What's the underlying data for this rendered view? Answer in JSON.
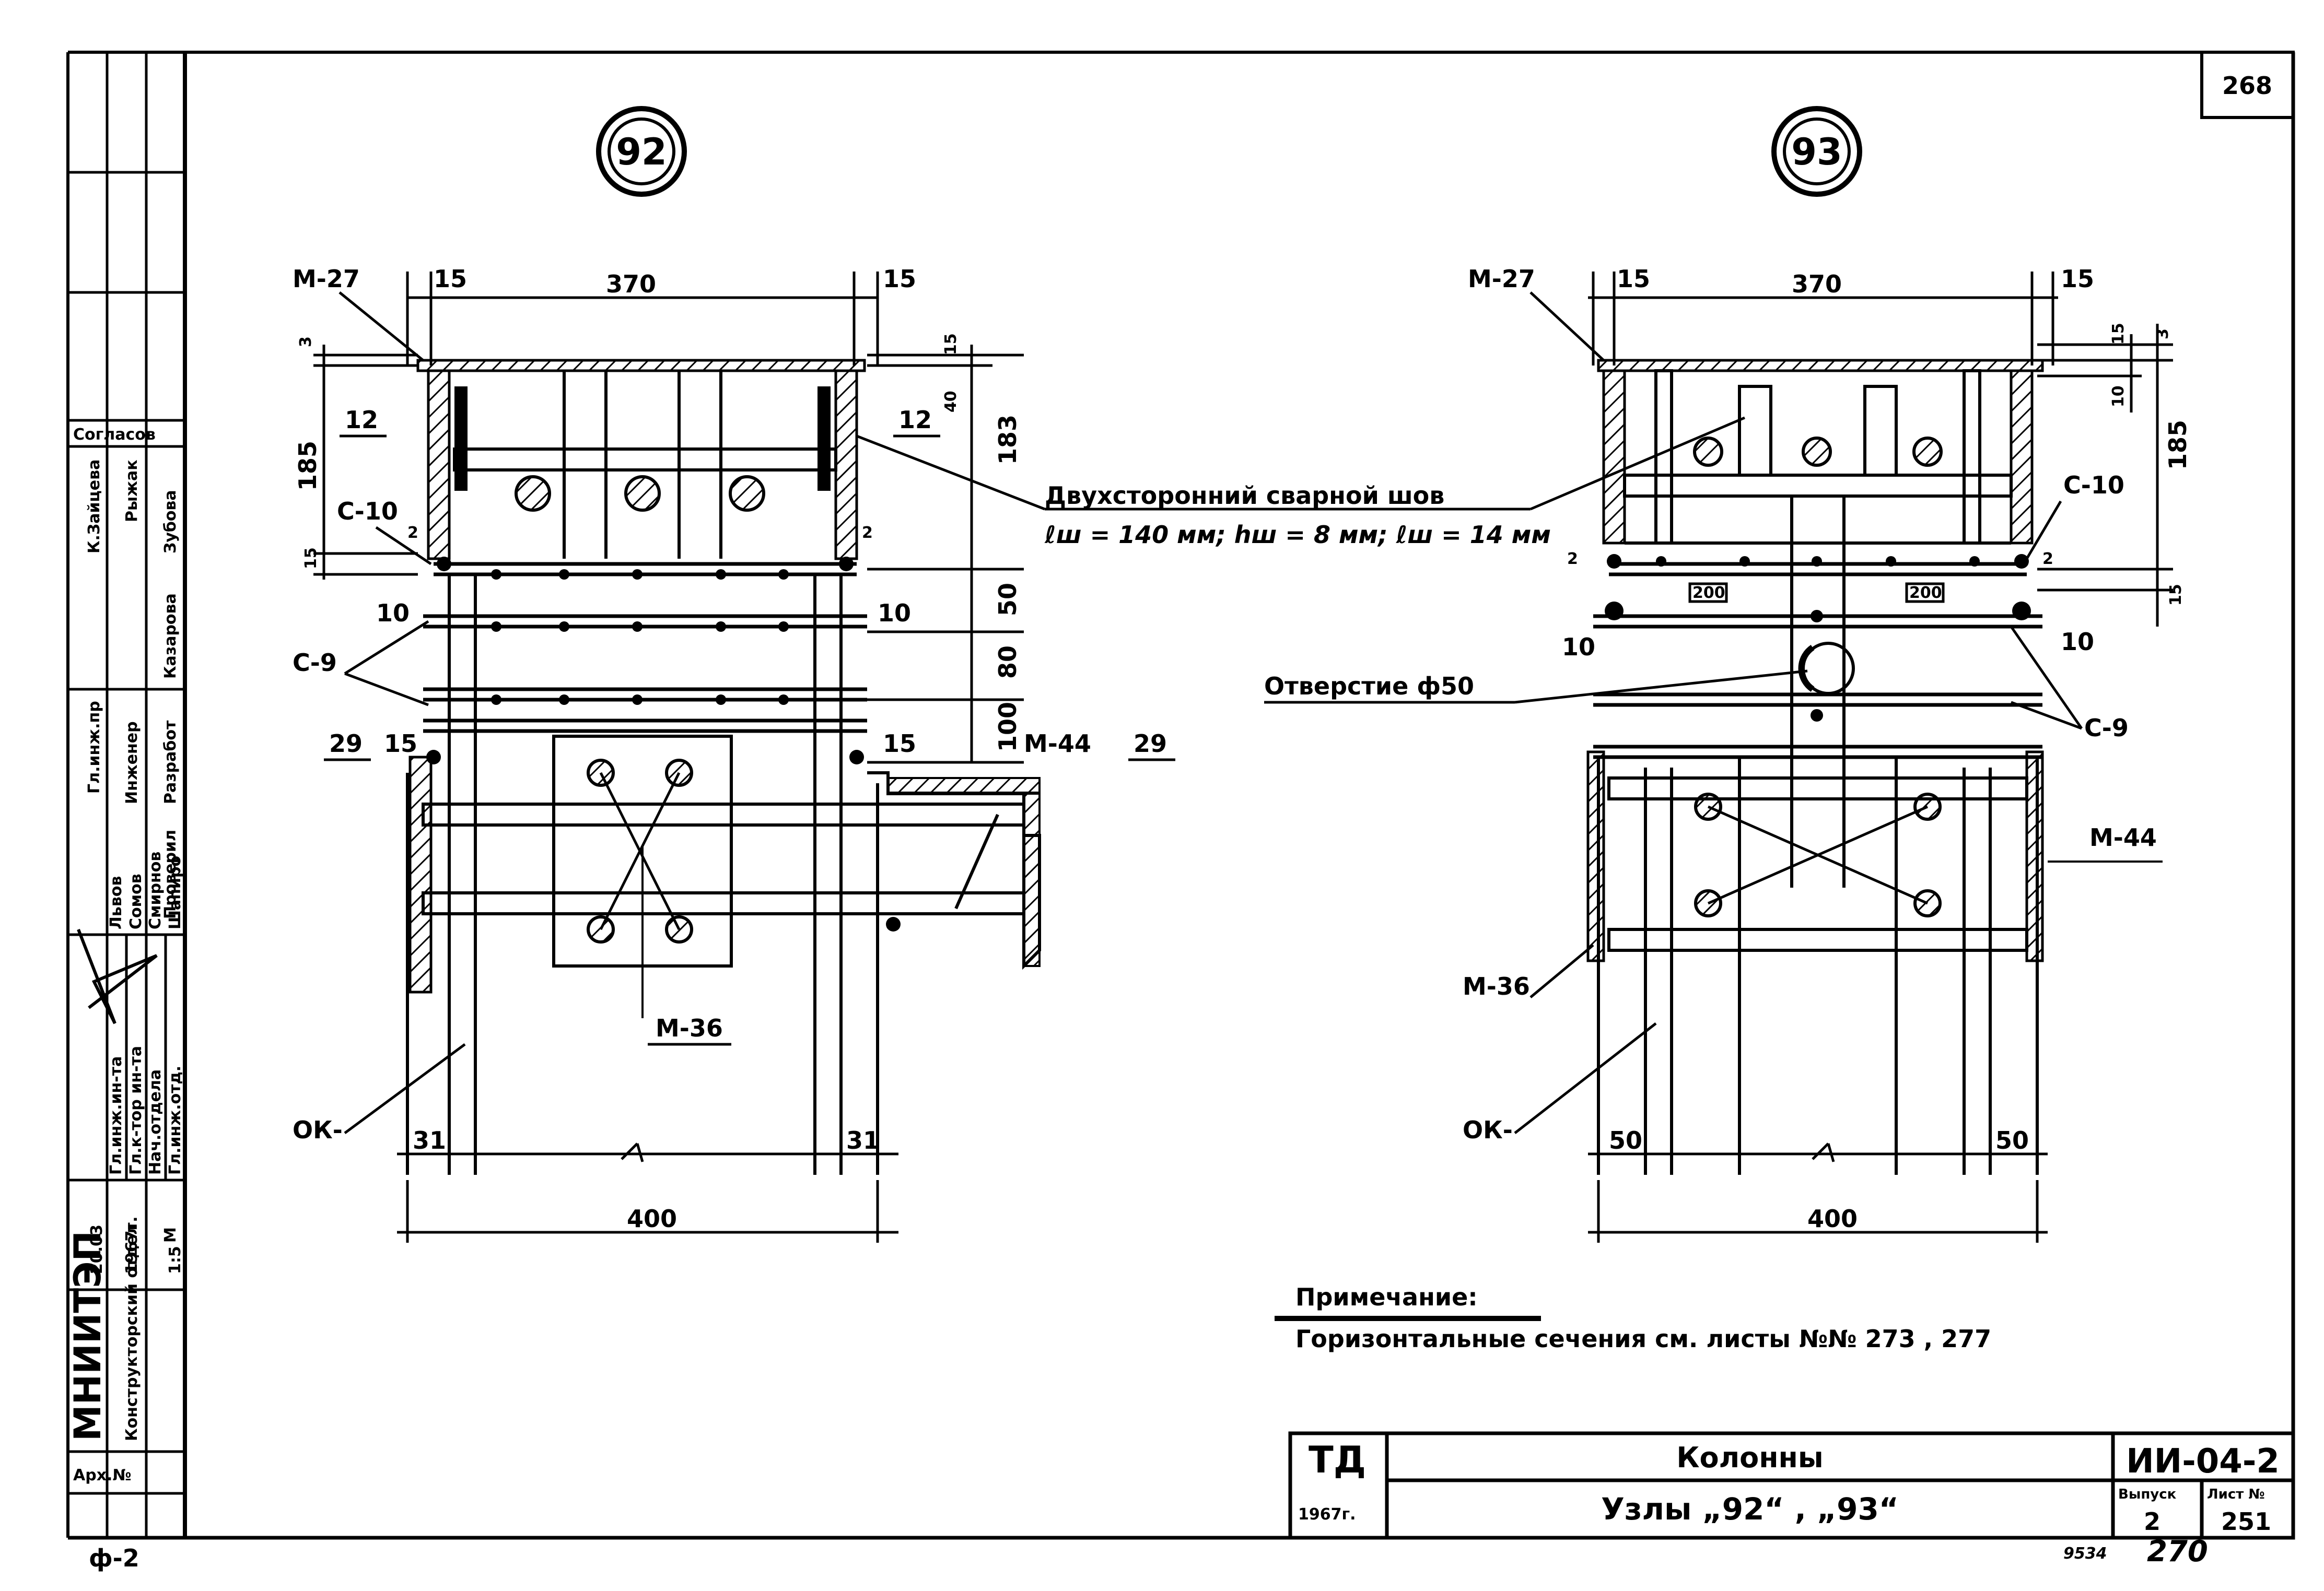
{
  "sheet": {
    "sheet_no": "268",
    "bottom_left": "ф-2",
    "bottom_right_a": "9534",
    "bottom_right_b": "270"
  },
  "side_stamp": {
    "agreed": "Согласов",
    "roles": [
      "Гл.инж.пр",
      "Инженер",
      "Разработ",
      "Проверил"
    ],
    "names": [
      "К.Зайцева",
      "Рыжак",
      "Зубова",
      "Казарова"
    ],
    "block_roles": [
      "Гл.инж.ин-та",
      "Гл.к-тор ин-та",
      "Нач.отдела",
      "Гл.инж.отд."
    ],
    "block_names": [
      "Львов",
      "Сомов",
      "Смирнов",
      "Шапиро"
    ],
    "date": "20.03",
    "year": "1967г.",
    "scale_label": "М",
    "scale": "1:5",
    "org": "МНИИТЭП",
    "dept": "Конструкторский отдел",
    "arch": "Арх.№"
  },
  "node92": {
    "number": "92",
    "m27": "М-27",
    "dim_top_left": "15",
    "dim_top": "370",
    "dim_top_right": "15",
    "v3": "3",
    "v185": "185",
    "v15": "15",
    "mark12_left": "12",
    "mark12_right": "12",
    "r15": "15",
    "r40": "40",
    "r183": "183",
    "c10": "С-10",
    "two_left": "2",
    "two_right": "2",
    "ten_left": "10",
    "ten_right": "10",
    "r50": "50",
    "r80": "80",
    "r100": "100",
    "c9": "С-9",
    "mark29_left": "29",
    "mark29_right": "29",
    "f15_left": "15",
    "f15_right": "15",
    "m44": "М-44",
    "m36": "М-36",
    "ok": "ОК-",
    "d31_left": "31",
    "d31_right": "31",
    "d400": "400"
  },
  "node93": {
    "number": "93",
    "m27": "М-27",
    "dim_top_left": "15",
    "dim_top": "370",
    "dim_top_right": "15",
    "r15": "15",
    "r3": "3",
    "r10": "10",
    "r185": "185",
    "c10": "С-10",
    "two_left": "2",
    "two_right": "2",
    "d200_left": "200",
    "d200_right": "200",
    "r15b": "15",
    "ten_left": "10",
    "ten_right": "10",
    "c9": "С-9",
    "m44": "М-44",
    "m36": "М-36",
    "ok": "ОК-",
    "d50_left": "50",
    "d50_right": "50",
    "d400": "400"
  },
  "callouts": {
    "weld_line1": "Двухсторонний сварной шов",
    "weld_line2": "ℓш = 140 мм; hш = 8 мм; ℓш = 14 мм",
    "hole": "Отверстие ф50"
  },
  "note": {
    "title": "Примечание:",
    "text": "Горизонтальные сечения см. листы №№ 273 , 277"
  },
  "title_block": {
    "org": "ТД",
    "year": "1967г.",
    "title_top": "Колонны",
    "title_bottom": "Узлы „92“ , „93“",
    "code": "ИИ-04-2",
    "issue_label": "Выпуск",
    "issue": "2",
    "sheet_label": "Лист №",
    "sheet": "251"
  }
}
